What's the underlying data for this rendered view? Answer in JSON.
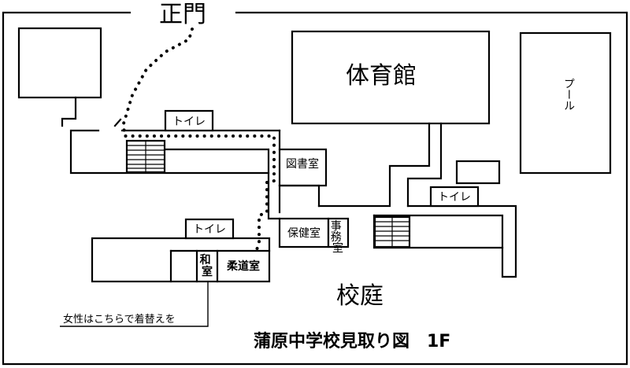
{
  "map": {
    "title": "蒲原中学校見取り図　1F",
    "gate": "正門",
    "gym": "体育館",
    "pool": "プール",
    "library": "図書室",
    "toilet_top": "トイレ",
    "toilet_right": "トイレ",
    "toilet_left": "トイレ",
    "health_room": "保健室",
    "office": "事務室",
    "japanese_room": "和室",
    "judo_room": "柔道室",
    "courtyard": "校庭",
    "changing_note": "女性はこちらで着替えを"
  }
}
